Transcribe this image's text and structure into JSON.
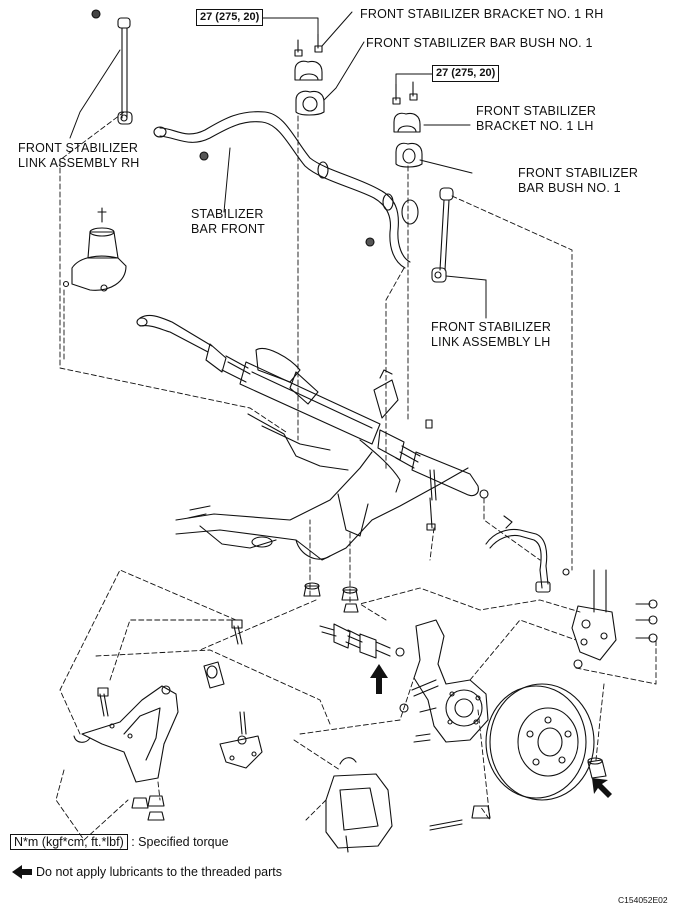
{
  "labels": {
    "bracket_rh": "FRONT STABILIZER BRACKET NO. 1 RH",
    "bush_no1_upper": "FRONT STABILIZER BAR BUSH NO. 1",
    "bracket_lh_line1": "FRONT STABILIZER",
    "bracket_lh_line2": "BRACKET NO. 1 LH",
    "bush_lh_line1": "FRONT STABILIZER",
    "bush_lh_line2": "BAR BUSH NO. 1",
    "link_rh_line1": "FRONT STABILIZER",
    "link_rh_line2": "LINK ASSEMBLY RH",
    "bar_front_line1": "STABILIZER",
    "bar_front_line2": "BAR FRONT",
    "link_lh_line1": "FRONT STABILIZER",
    "link_lh_line2": "LINK ASSEMBLY LH"
  },
  "torque_boxes": [
    "27 (275, 20)",
    "27 (275, 20)"
  ],
  "legend": {
    "torque_unit": "N*m (kgf*cm, ft.*lbf)",
    "torque_text": ": Specified torque",
    "arrow_text": "Do not apply lubricants to the threaded parts"
  },
  "figure_code": "C154052E02",
  "colors": {
    "line": "#111111",
    "background": "#ffffff"
  },
  "icons": [
    "no-lubricant-arrow-icon"
  ]
}
